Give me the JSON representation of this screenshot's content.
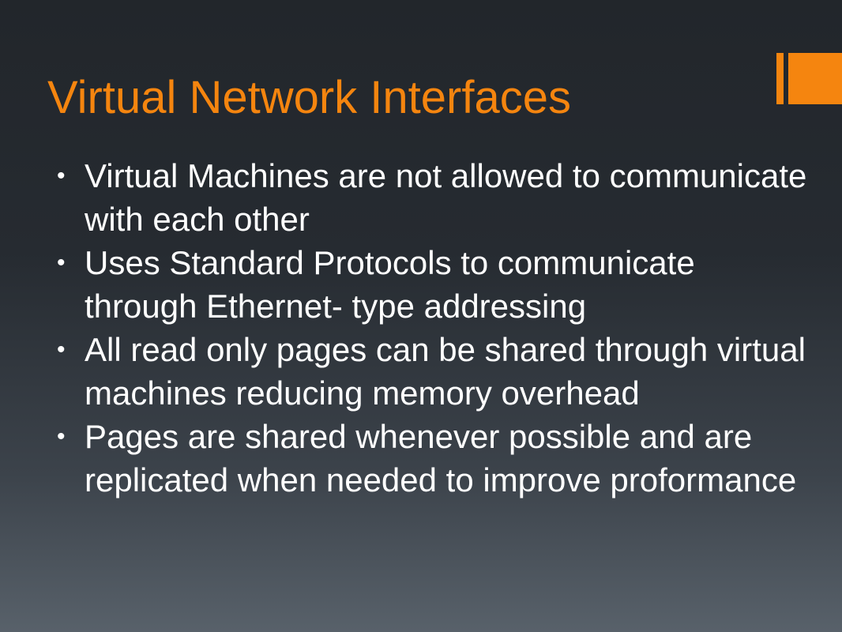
{
  "slide": {
    "title": "Virtual Network Interfaces",
    "bullets": [
      "Virtual Machines are not allowed to communicate with each other",
      "Uses Standard Protocols to communicate through Ethernet- type addressing",
      "All read only pages can be shared through virtual machines reducing memory overhead",
      "Pages are shared whenever possible and are replicated when needed to improve proformance"
    ]
  },
  "colors": {
    "accent": "#f5850f",
    "text": "#ffffff"
  }
}
